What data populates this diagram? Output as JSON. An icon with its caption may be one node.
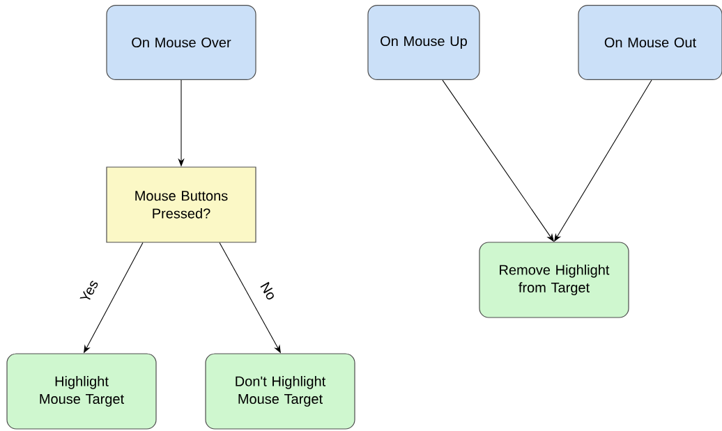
{
  "diagram": {
    "nodes": [
      {
        "text": [
          "On Mouse Over"
        ]
      },
      {
        "text": [
          "Mouse Buttons Pressed?"
        ]
      },
      {
        "text": [
          "Highlight Mouse Target"
        ]
      },
      {
        "text": [
          "Don't Highlight Mouse Target"
        ]
      },
      {
        "text": [
          "On Mouse Up"
        ]
      },
      {
        "text": [
          "On Mouse Out"
        ]
      },
      {
        "text": [
          "Remove Highlight from Target"
        ]
      }
    ],
    "edges": [
      {
        "from": 0,
        "to": 1,
        "arrow": "to"
      },
      {
        "from": 1,
        "to": 2,
        "arrow": "to",
        "label": "Yes"
      },
      {
        "from": 1,
        "to": 3,
        "arrow": "to",
        "label": "No"
      },
      {
        "from": 4,
        "to": 6,
        "arrow": "to"
      },
      {
        "from": 5,
        "to": 6,
        "arrow": "to"
      }
    ]
  }
}
